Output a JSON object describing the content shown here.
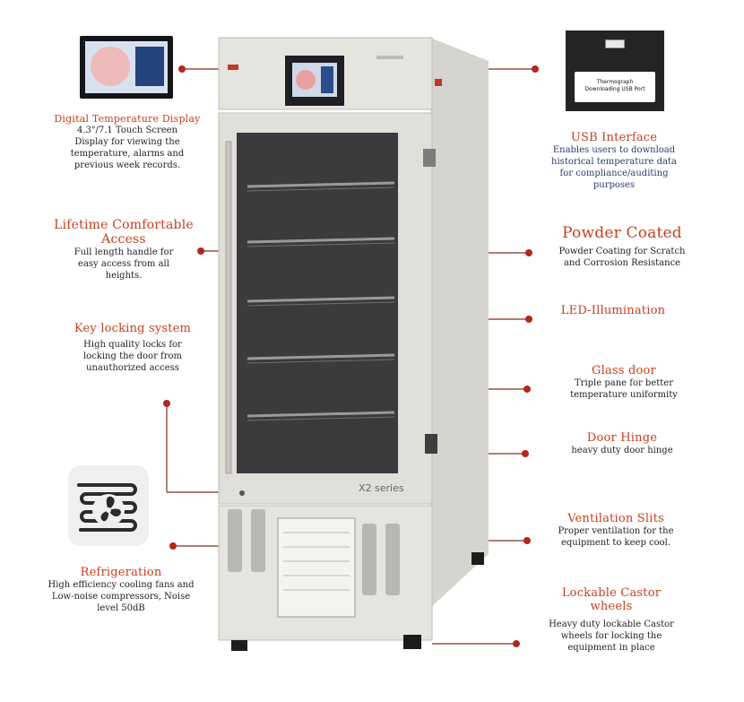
{
  "product": {
    "model_badge": "X2 series"
  },
  "callouts": {
    "display": {
      "title": "Digital Temperature Display",
      "desc": "4.3\"/7.1 Touch Screen Display for viewing the temperature, alarms and previous week records."
    },
    "usb": {
      "title": "USB Interface",
      "desc": "Enables users to download historical temperature data for compliance/auditing purposes",
      "label_line1": "Thermograph",
      "label_line2": "Downloading USB Port"
    },
    "handle": {
      "title": "Lifetime Comfortable Access",
      "desc": "Full length handle for easy access from all heights."
    },
    "powder": {
      "title": "Powder Coated",
      "desc": "Powder Coating for Scratch and Corrosion Resistance"
    },
    "led": {
      "title": "LED-Illumination"
    },
    "lock": {
      "title": "Key locking system",
      "desc": "High quality locks for locking the door from unauthorized access"
    },
    "glass": {
      "title": "Glass door",
      "desc": "Triple pane for better temperature uniformity"
    },
    "hinge": {
      "title": "Door Hinge",
      "desc": "heavy duty door hinge"
    },
    "vent": {
      "title": "Ventilation Slits",
      "desc": "Proper ventilation for the equipment to keep cool."
    },
    "fridge": {
      "title": "Refrigeration",
      "desc": "High efficiency cooling fans and Low-noise compressors, Noise level 50dB"
    },
    "castor": {
      "title": "Lockable Castor wheels",
      "desc": "Heavy duty lockable Castor wheels for locking the equipment in place"
    }
  },
  "colors": {
    "accent": "#c8401f",
    "dot": "#b3261e",
    "cabinet": "#e8e6e1",
    "frame": "#d9d6cf",
    "glass": "#3a3a3c"
  },
  "icons": [
    "touchscreen-display-icon",
    "usb-port-icon",
    "refrigeration-fan-icon"
  ]
}
